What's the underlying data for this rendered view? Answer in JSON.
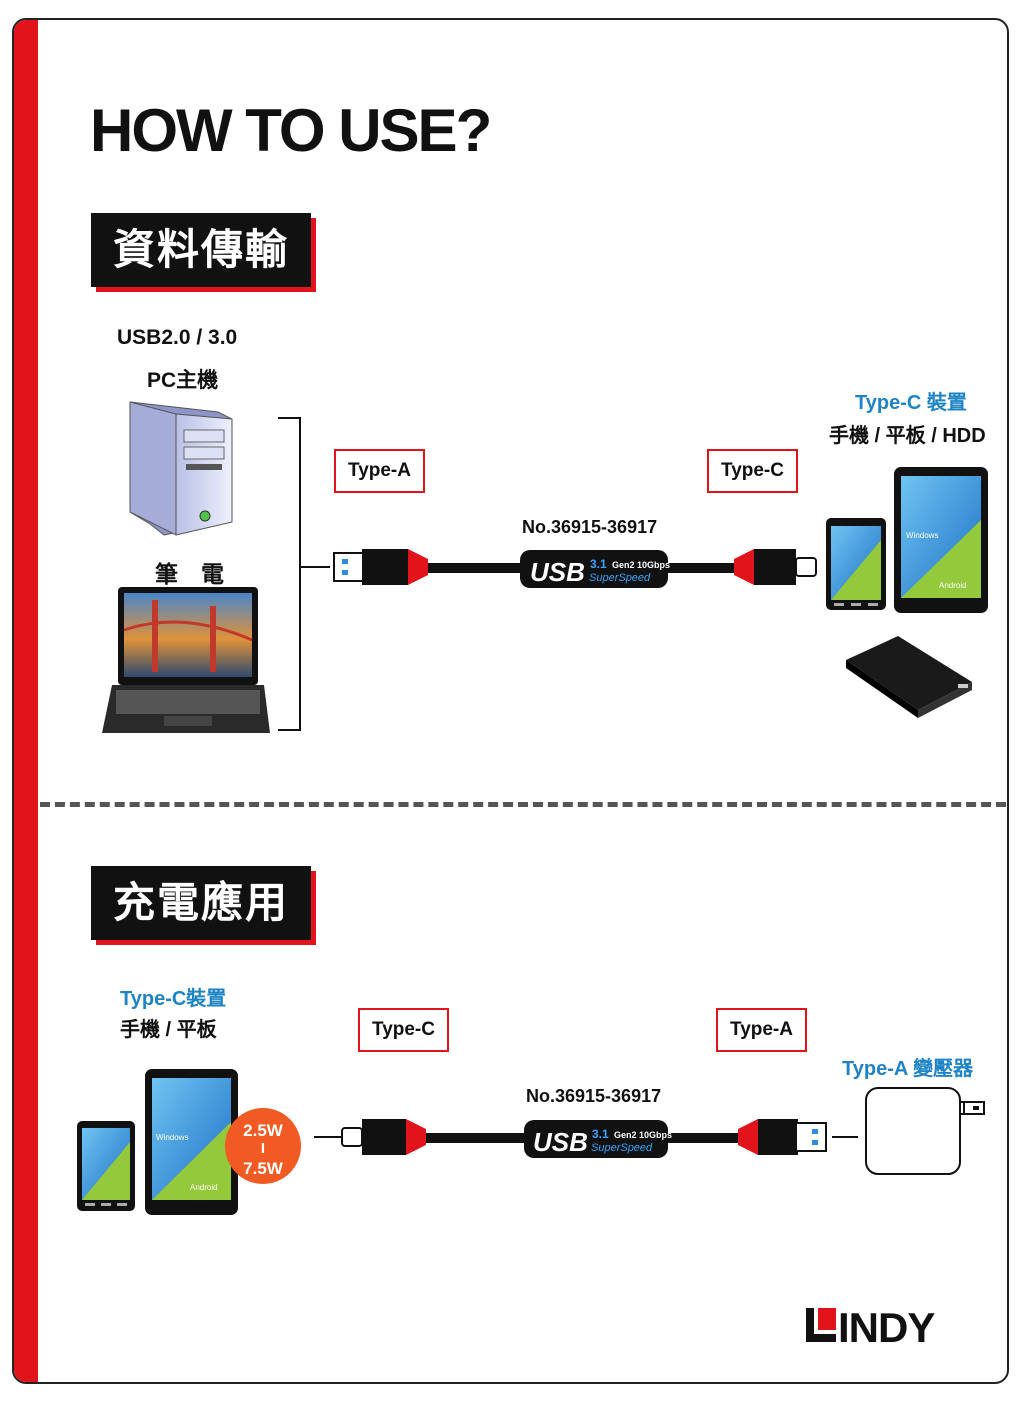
{
  "page": {
    "title": "HOW TO USE?",
    "brand": "LINDY"
  },
  "colors": {
    "accent": "#e1141c",
    "blue": "#1f84c6",
    "dark": "#111111",
    "orange": "#f15a22"
  },
  "section1": {
    "heading": "資料傳輸",
    "host_title_1": "USB2.0 / 3.0",
    "host_title_2": "PC主機",
    "laptop_label": "筆　電",
    "label_left": "Type-A",
    "label_right": "Type-C",
    "product_no": "No.36915-36917",
    "device_title": "Type-C 裝置",
    "device_sub": "手機 / 平板 / HDD"
  },
  "section2": {
    "heading": "充電應用",
    "device_title": "Type-C裝置",
    "device_sub": "手機 / 平板",
    "power_badge": {
      "top": "2.5W",
      "mid": "I",
      "bottom": "7.5W"
    },
    "label_left": "Type-C",
    "label_right": "Type-A",
    "product_no": "No.36915-36917",
    "adapter_label": "Type-A 變壓器"
  },
  "cable_badge": {
    "main": "USB",
    "version": "3.1",
    "gen": "Gen2 10Gbps",
    "speed": "SuperSpeed"
  },
  "os_labels": {
    "windows": "Windows",
    "android": "Android"
  },
  "icons": [
    "pc-tower-icon",
    "laptop-icon",
    "phone-icon",
    "tablet-icon",
    "hdd-icon",
    "power-adapter-icon",
    "usb-type-a-plug-icon",
    "usb-type-c-plug-icon"
  ]
}
